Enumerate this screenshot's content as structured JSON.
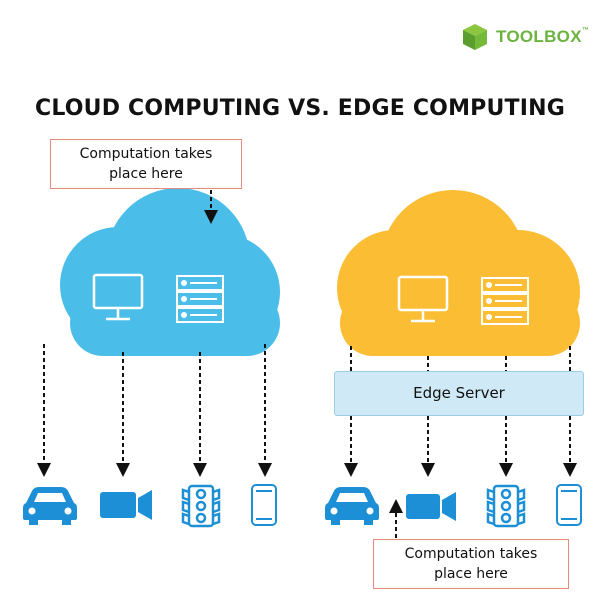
{
  "brand": {
    "name": "TOOLBOX",
    "tm": "™",
    "color": "#6cb33f"
  },
  "title": "CLOUD COMPUTING VS. EDGE COMPUTING",
  "cloud_side": {
    "callout_lines": [
      "Computation takes",
      "place here"
    ],
    "cloud_color": "#4bbde9",
    "icons": [
      "monitor-icon",
      "server-rack-icon"
    ],
    "devices": [
      "car-icon",
      "video-camera-icon",
      "traffic-light-icon",
      "smartphone-icon"
    ]
  },
  "edge_side": {
    "cloud_color": "#fbbd33",
    "icons": [
      "monitor-icon",
      "server-rack-icon"
    ],
    "edge_server_label": "Edge Server",
    "callout_lines": [
      "Computation takes",
      "place here"
    ],
    "devices": [
      "car-icon",
      "video-camera-icon",
      "traffic-light-icon",
      "smartphone-icon"
    ]
  },
  "colors": {
    "callout_border": "#e58a7c",
    "device_blue": "#1c8fd6",
    "edge_server_fill": "#cfeaf6"
  }
}
